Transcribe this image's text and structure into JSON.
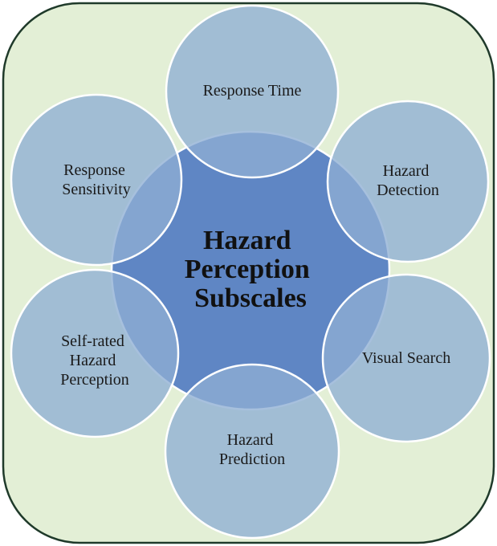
{
  "diagram": {
    "center": {
      "lines": [
        "Hazard",
        "Perception",
        "Subscales"
      ]
    },
    "subscales": [
      {
        "lines": [
          "Response Time"
        ]
      },
      {
        "lines": [
          "Hazard",
          "Detection"
        ]
      },
      {
        "lines": [
          "Visual Search"
        ]
      },
      {
        "lines": [
          "Hazard",
          "Prediction"
        ]
      },
      {
        "lines": [
          "Self-rated",
          "Hazard",
          "Perception"
        ]
      },
      {
        "lines": [
          "Response",
          "Sensitivity"
        ]
      }
    ]
  },
  "colors": {
    "background_panel": "#e3efd6",
    "panel_border": "#1f3a2a",
    "circle_fill": "#8eaed3",
    "center_fill": "#5f86c4",
    "circle_stroke": "#ffffff"
  }
}
